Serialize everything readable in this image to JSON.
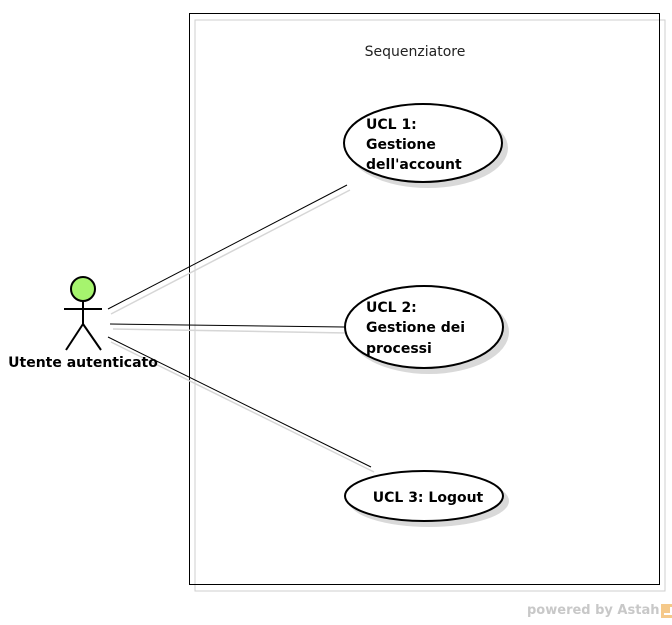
{
  "system": {
    "title": "Sequenziatore"
  },
  "actor": {
    "name": "Utente autenticato",
    "head_color": "#a6f46e"
  },
  "use_cases": [
    {
      "id": "ucl1",
      "lines": [
        "UCL 1:",
        "Gestione",
        "dell'account"
      ]
    },
    {
      "id": "ucl2",
      "lines": [
        "UCL 2:",
        "Gestione dei",
        "processi"
      ]
    },
    {
      "id": "ucl3",
      "lines": [
        "UCL 3: Logout"
      ]
    }
  ],
  "associations": [
    {
      "from": "actor",
      "to": "ucl1"
    },
    {
      "from": "actor",
      "to": "ucl2"
    },
    {
      "from": "actor",
      "to": "ucl3"
    }
  ],
  "watermark": {
    "text": "powered by Astah",
    "logo_icon": "astah-logo-icon"
  }
}
